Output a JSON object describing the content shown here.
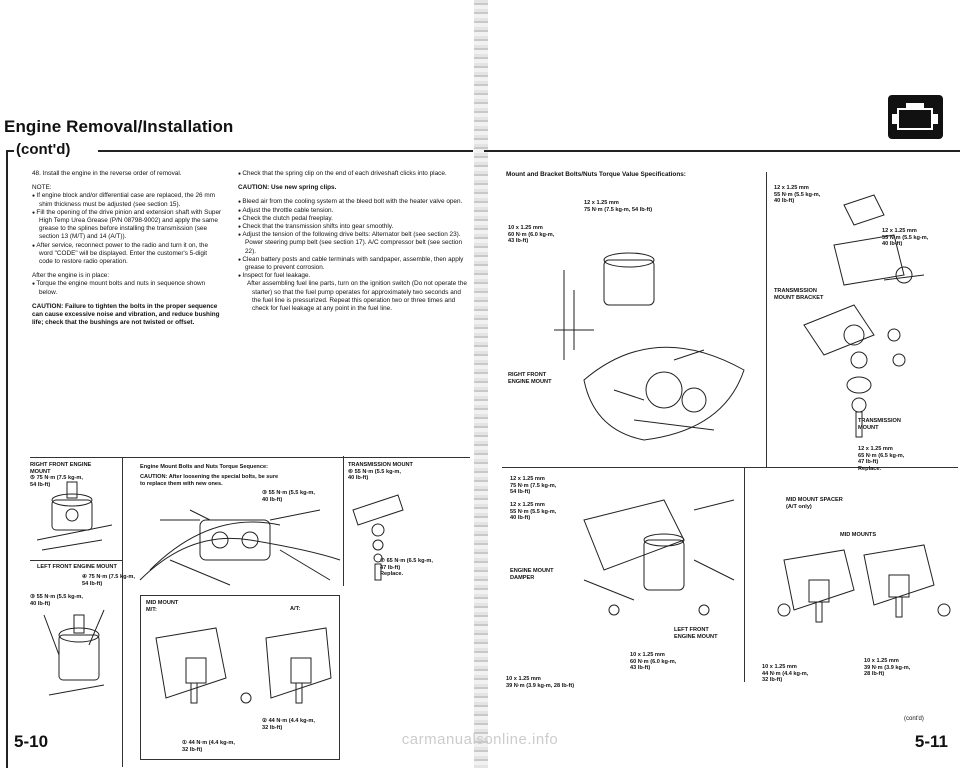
{
  "left": {
    "title": "Engine Removal/Installation",
    "subtitle": "(cont'd)",
    "step48": "48. Install the engine in the reverse order of removal.",
    "note_head": "NOTE:",
    "notes": [
      "If engine block and/or differential case are replaced, the 26 mm shim thickness must be adjusted (see section 15).",
      "Fill the opening of the drive pinion and extension shaft with Super High Temp Urea Grease (P/N 08798-9002) and apply the same grease to the splines before installing the transmission (see section 13 (M/T) and 14 (A/T)).",
      "After service, reconnect power to the radio and turn it on, the word \"CODE\" will be displayed. Enter the customer's 5-digit code to restore radio operation."
    ],
    "after_place": "After the engine is in place:",
    "after_items": [
      "Torque the engine mount bolts and nuts in sequence shown below."
    ],
    "caution1": "CAUTION: Failure to tighten the bolts in the proper sequence can cause excessive noise and vibration, and reduce bushing life; check that the bushings are not twisted or offset.",
    "col2_items": [
      "Check that the spring clip on the end of each driveshaft clicks into place."
    ],
    "caution2": "CAUTION: Use new spring clips.",
    "col2_items_b": [
      "Bleed air from the cooling system at the bleed bolt with the heater valve open.",
      "Adjust the throttle cable tension.",
      "Check the clutch pedal freeplay.",
      "Check that the transmission shifts into gear smoothly.",
      "Adjust the tension of the following drive belts: Alternator belt (see section 23). Power steering pump belt (see section 17). A/C compressor belt (see section 22).",
      "Clean battery posts and cable terminals with sandpaper, assemble, then apply grease to prevent corrosion.",
      "Inspect for fuel leakage."
    ],
    "sub_item": "After assembling fuel line parts, turn on the ignition switch (Do not operate the starter) so that the fuel pump operates for approximately two seconds and the fuel line is pressurized. Repeat this operation two or three times and check for fuel leakage at any point in the fuel line.",
    "seq_title": "Engine Mount Bolts and Nuts Torque Sequence:",
    "seq_caution": "CAUTION: After loosening the special bolts, be sure to replace them with new ones.",
    "labels": {
      "rf_mount": "RIGHT FRONT ENGINE\nMOUNT\n⑤ 75 N·m (7.5 kg-m,\n54 lb-ft)",
      "trans_mount": "TRANSMISSION MOUNT\n⑥ 55 N·m (5.5 kg-m,\n40 lb-ft)",
      "bolt3": "③ 55 N·m (5.5 kg-m,\n40 lb-ft)",
      "lf_mount": "LEFT FRONT ENGINE MOUNT",
      "lf4": "④ 75 N·m (7.5 kg-m,\n54 lb-ft)",
      "lf3": "③ 55 N·m (5.5 kg-m,\n40 lb-ft)",
      "bolt7": "⑦ 65 N·m (6.5 kg-m,\n47 lb-ft)\nReplace.",
      "mid_mt": "MID MOUNT\nM/T:",
      "at": "A/T:",
      "bolt2": "② 44 N·m (4.4 kg-m,\n32 lb-ft)",
      "bolt1": "① 44 N·m (4.4 kg-m,\n32 lb-ft)"
    },
    "page_number": "5-10"
  },
  "right": {
    "heading": "Mount and Bracket Bolts/Nuts Torque Value Specifications:",
    "labels": {
      "a": "12 x 1.25 mm\n55 N·m (5.5 kg-m,\n40 lb-ft)",
      "b": "12 x 1.25 mm\n75 N·m (7.5 kg-m, 54 lb-ft)",
      "c": "10 x 1.25 mm\n60 N·m (6.0 kg-m,\n43 lb-ft)",
      "d": "12 x 1.25 mm\n55 N·m (5.5 kg-m,\n40 lb-ft)",
      "tm_bracket": "TRANSMISSION\nMOUNT BRACKET",
      "rf_mount": "RIGHT FRONT\nENGINE MOUNT",
      "tmount": "TRANSMISSION\nMOUNT",
      "e": "12 x 1.25 mm\n65 N·m (6.5 kg-m,\n47 lb-ft)\nReplace.",
      "f": "12 x 1.25 mm\n75 N·m (7.5 kg-m,\n54 lb-ft)",
      "g": "12 x 1.25 mm\n55 N·m (5.5 kg-m,\n40 lb-ft)",
      "spacer": "MID MOUNT SPACER\n(A/T only)",
      "mid_mounts": "MID MOUNTS",
      "damper": "ENGINE MOUNT\nDAMPER",
      "lf_mount": "LEFT FRONT\nENGINE MOUNT",
      "h": "10 x 1.25 mm\n60 N·m (6.0 kg-m,\n43 lb-ft)",
      "i": "10 x 1.25 mm\n39 N·m (3.9 kg-m, 28 lb-ft)",
      "j": "10 x 1.25 mm\n39 N·m (3.9 kg-m,\n28 lb-ft)",
      "k": "10 x 1.25 mm\n44 N·m (4.4 kg-m,\n32 lb-ft)"
    },
    "contd": "(cont'd)",
    "page_number": "5-11"
  },
  "watermark": "carmanualsonline.info"
}
